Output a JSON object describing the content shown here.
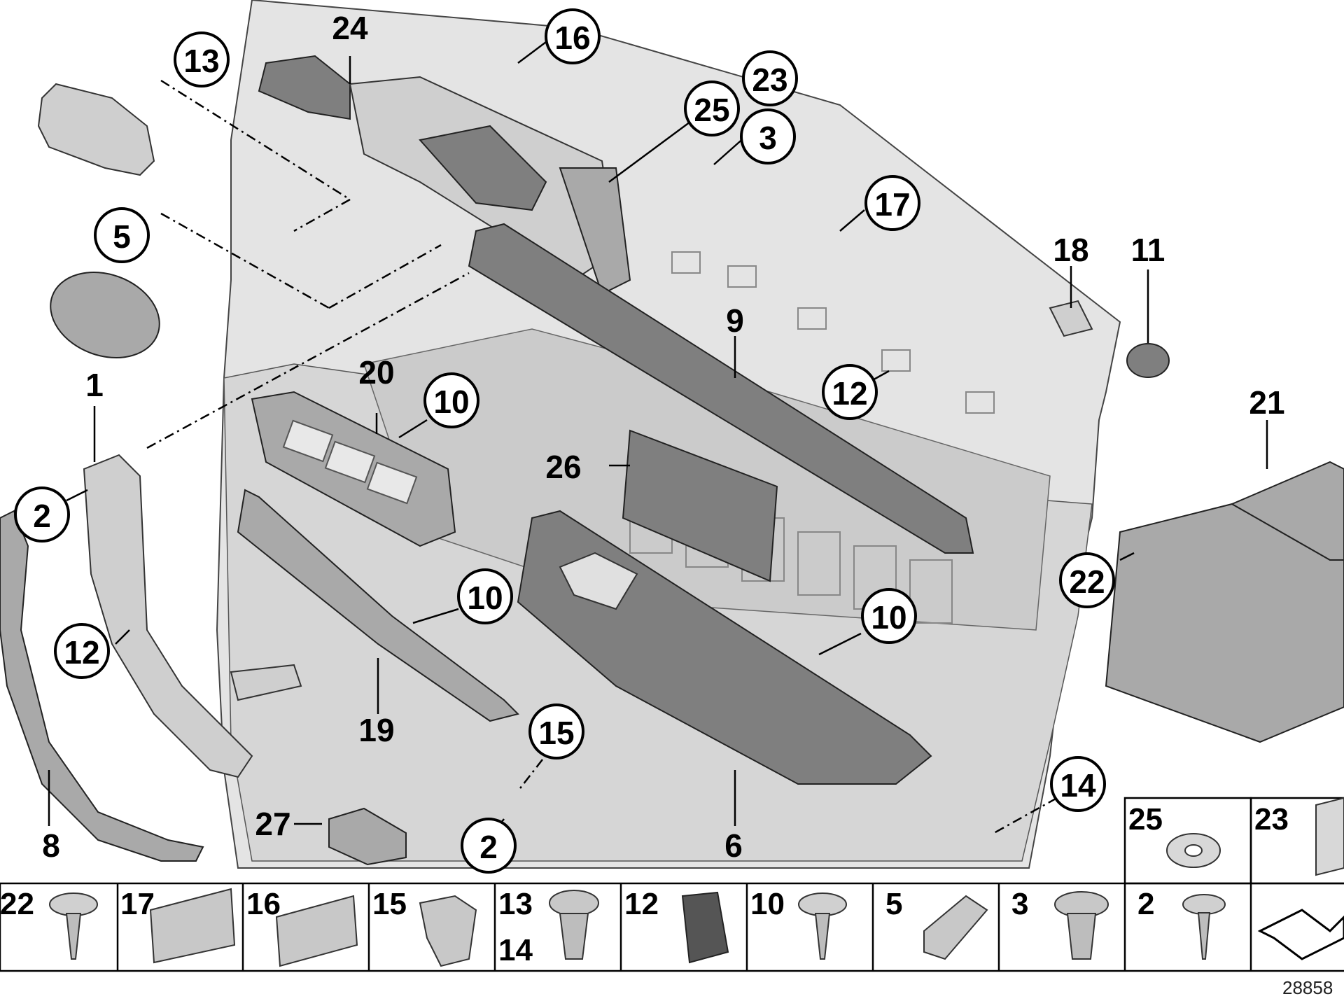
{
  "callouts": {
    "c24": "24",
    "c16": "16",
    "c13": "13",
    "c23": "23",
    "c25": "25",
    "c3": "3",
    "c17": "17",
    "c5": "5",
    "c18": "18",
    "c11": "11",
    "c9": "9",
    "c12a": "12",
    "c1": "1",
    "c20": "20",
    "c10a": "10",
    "c21": "21",
    "c26": "26",
    "c2a": "2",
    "c12b": "12",
    "c10b": "10",
    "c22": "22",
    "c10c": "10",
    "c15": "15",
    "c19": "19",
    "c8": "8",
    "c6": "6",
    "c14": "14",
    "c27": "27",
    "c2b": "2"
  },
  "hardware_strip": {
    "top_cells": [
      {
        "label": "25",
        "icon": "spring-nut-icon"
      },
      {
        "label": "23",
        "icon": "clip-icon"
      }
    ],
    "cells": [
      {
        "label": "22",
        "icon": "screw-icon"
      },
      {
        "label": "17",
        "icon": "bracket-clip-icon"
      },
      {
        "label": "16",
        "icon": "bracket-clip-icon"
      },
      {
        "label": "15",
        "icon": "expanding-nut-icon"
      },
      {
        "label": "13",
        "label2": "14",
        "icon": "push-rivet-icon"
      },
      {
        "label": "12",
        "icon": "clip-icon"
      },
      {
        "label": "10",
        "icon": "screw-icon"
      },
      {
        "label": "5",
        "icon": "cap-icon"
      },
      {
        "label": "3",
        "icon": "expanding-nut-icon"
      },
      {
        "label": "2",
        "icon": "screw-icon"
      },
      {
        "label": "",
        "icon": "arrow-icon"
      }
    ]
  },
  "reference_number": "28858"
}
